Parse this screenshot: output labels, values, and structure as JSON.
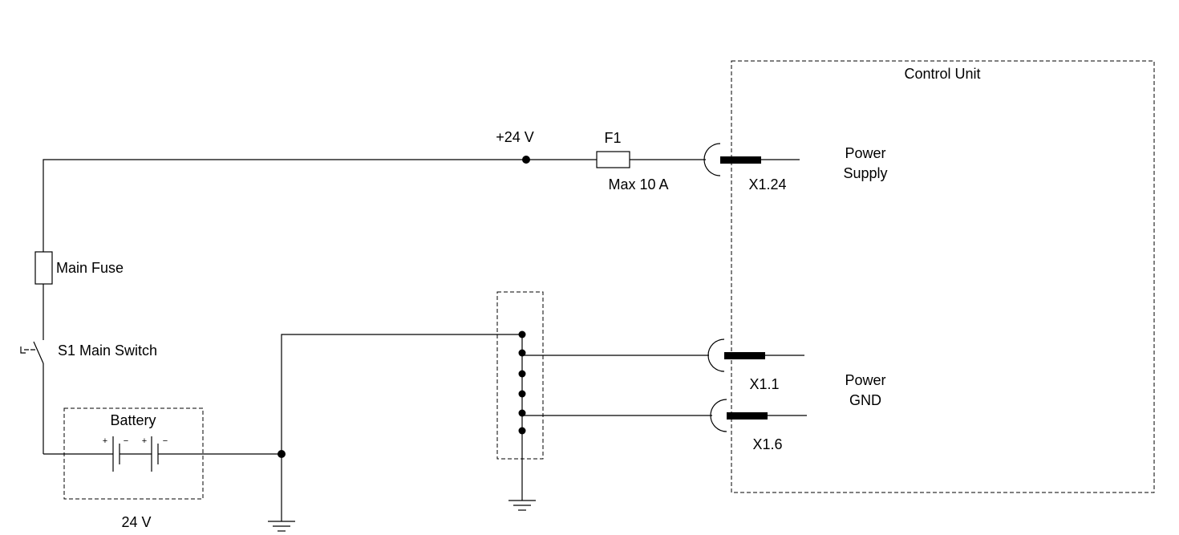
{
  "labels": {
    "control_unit": "Control Unit",
    "supply_voltage": "+24 V",
    "fuse_f1": "F1",
    "fuse_f1_rating": "Max 10 A",
    "pin_x124": "X1.24",
    "power_supply_line1": "Power",
    "power_supply_line2": "Supply",
    "main_fuse": "Main Fuse",
    "main_switch": "S1 Main Switch",
    "battery": "Battery",
    "battery_voltage": "24 V",
    "pin_x11": "X1.1",
    "pin_x16": "X1.6",
    "power_gnd_line1": "Power",
    "power_gnd_line2": "GND",
    "plus": "+",
    "minus": "−"
  }
}
